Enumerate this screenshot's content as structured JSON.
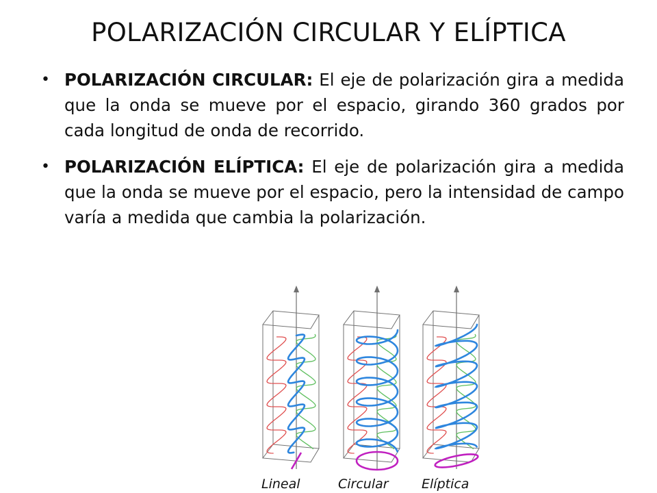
{
  "title": "POLARIZACIÓN CIRCULAR Y ELÍPTICA",
  "bullets": [
    {
      "bold": "POLARIZACIÓN CIRCULAR:",
      "text": " El eje de polarización gira a medida que la onda se mueve por el espacio, girando 360 grados por cada longitud de onda de recorrido."
    },
    {
      "bold": "POLARIZACIÓN ELÍPTICA:",
      "text": " El eje de polarización gira a medida que la onda se mueve por el espacio, pero la intensidad de campo varía a medida que cambia la polarización."
    }
  ],
  "figure": {
    "labels": [
      "Lineal",
      "Circular",
      "Elíptica"
    ]
  },
  "colors": {
    "red_wave": "#e05050",
    "green_wave": "#5fbf5f",
    "blue_wave": "#2e86de",
    "magenta_projection": "#c020c0",
    "frame": "#707070"
  },
  "icons": {
    "bullet": "•"
  }
}
